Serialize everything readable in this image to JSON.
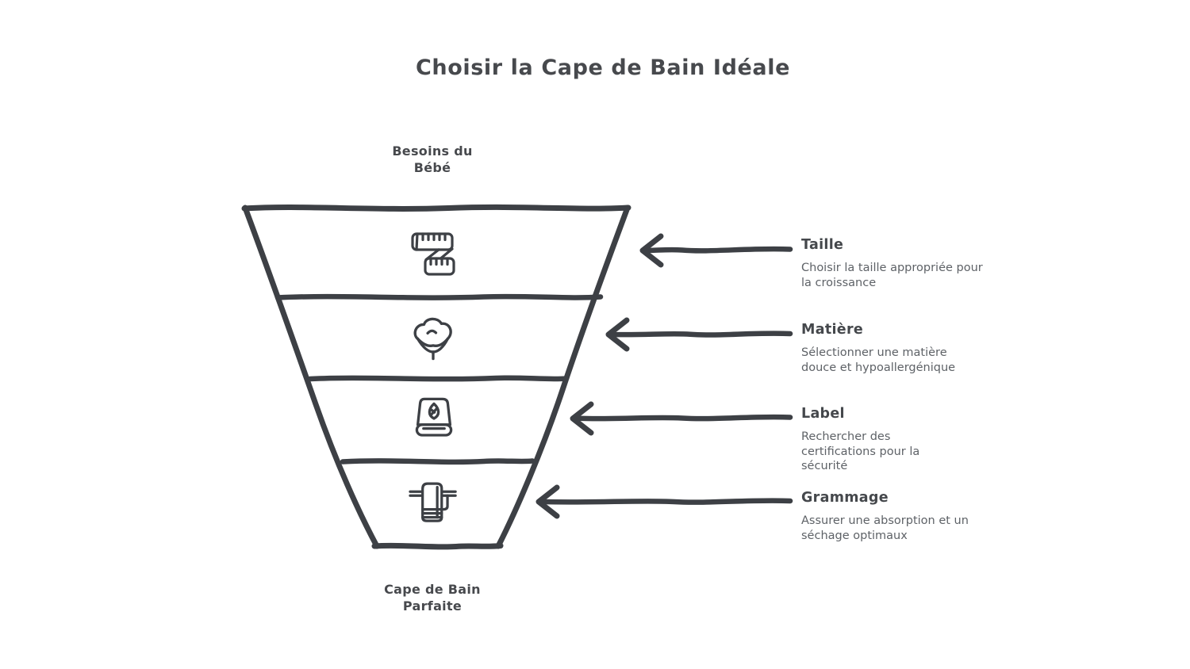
{
  "title": "Choisir la Cape de Bain Idéale",
  "funnel": {
    "top_label_line1": "Besoins du",
    "top_label_line2": "Bébé",
    "bottom_label_line1": "Cape de Bain",
    "bottom_label_line2": "Parfaite",
    "stages": [
      {
        "icon": "measuring-tape-icon",
        "title": "Taille",
        "description": "Choisir la taille appropriée pour la croissance"
      },
      {
        "icon": "cotton-flower-icon",
        "title": "Matière",
        "description": "Sélectionner une matière douce et hypoallergénique"
      },
      {
        "icon": "certified-towel-icon",
        "title": "Label",
        "description": "Rechercher des certifications pour la sécurité"
      },
      {
        "icon": "hanging-towel-icon",
        "title": "Grammage",
        "description": "Assurer une absorption et un séchage optimaux"
      }
    ]
  },
  "colors": {
    "stroke": "#3d4045",
    "heading": "#45484c",
    "description": "#5e6267",
    "background": "#ffffff"
  }
}
